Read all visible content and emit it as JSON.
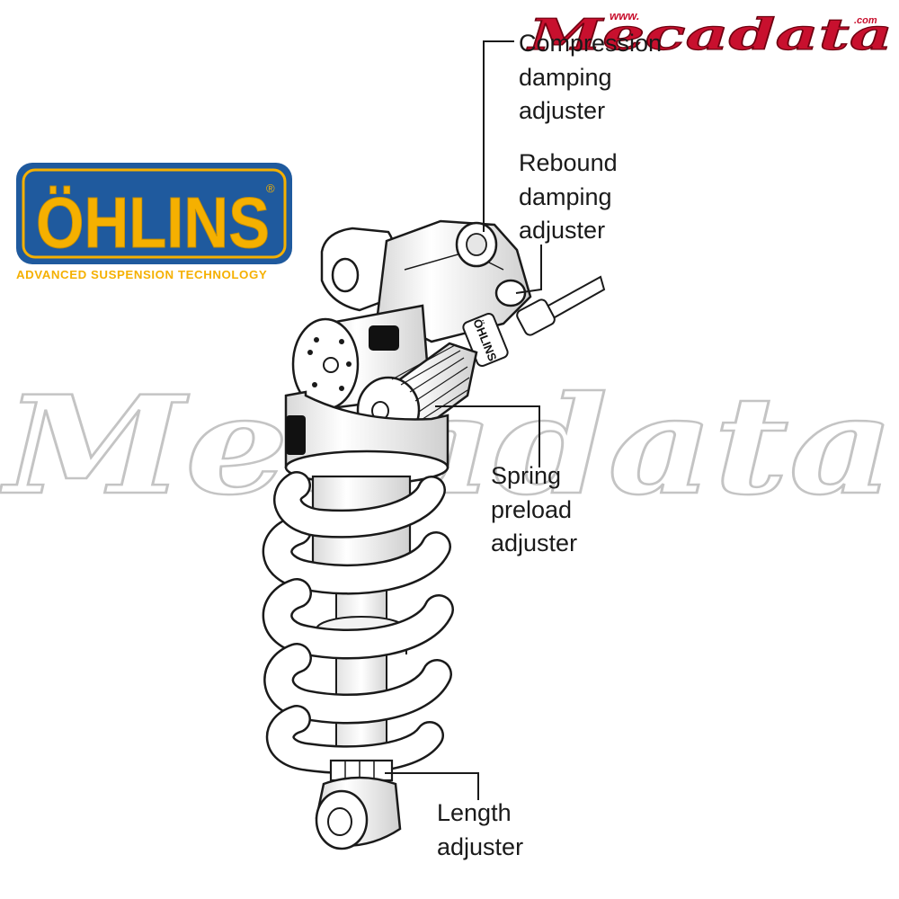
{
  "brand": {
    "logo_text": "ÖHLINS",
    "registered": "®",
    "tagline": "ADVANCED SUSPENSION TECHNOLOGY",
    "box_color": "#1f5a9e",
    "text_color": "#f5b000"
  },
  "watermark": {
    "main": "Mecadata",
    "www": "www.",
    "dotcom": ".com",
    "color": "#c8102e"
  },
  "callouts": {
    "compression": "Compression\ndamping\nadjuster",
    "rebound": "Rebound\ndamping\nadjuster",
    "spring_preload": "Spring\npreload\nadjuster",
    "length": "Length\nadjuster"
  },
  "body_label": "ÖHLINS"
}
